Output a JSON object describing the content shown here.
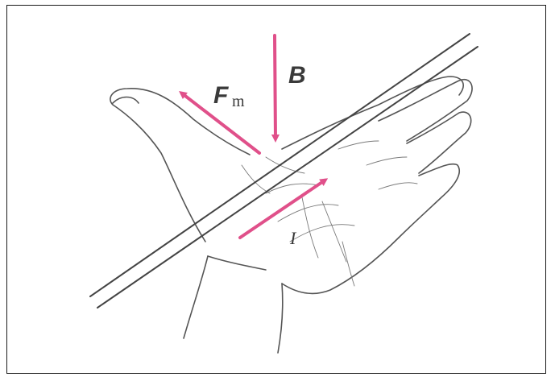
{
  "figure": {
    "labels": {
      "force": "F",
      "force_subscript": "m",
      "field": "B",
      "current": "I"
    },
    "colors": {
      "arrow": "#e0508a",
      "outline": "#555555",
      "wire": "#444444",
      "label": "#3a3a3a"
    }
  }
}
